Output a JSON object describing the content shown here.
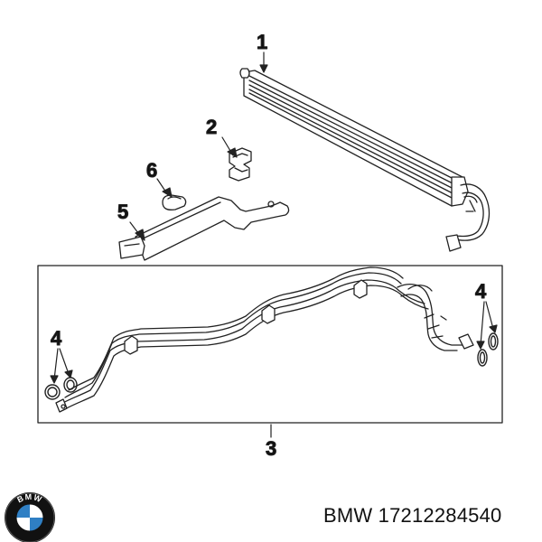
{
  "callouts": {
    "radiator": "1",
    "bracket": "2",
    "hose_assembly": "3",
    "o_rings_left": "4",
    "o_rings_right": "4",
    "support_bracket": "5",
    "clip": "6"
  },
  "logo": {
    "text": "BMW",
    "colors": {
      "ring": "#111111",
      "blue": "#2f7fc4",
      "white": "#ffffff",
      "letters": "#ffffff"
    }
  },
  "caption": "BMW 17212284540",
  "colors": {
    "line": "#222222",
    "background": "#ffffff"
  }
}
